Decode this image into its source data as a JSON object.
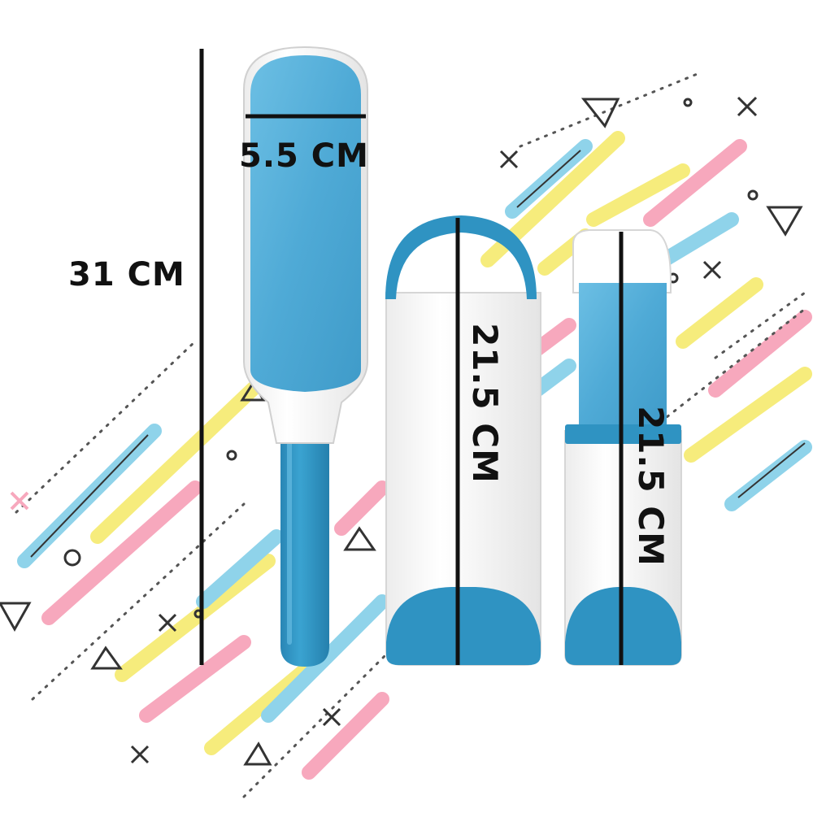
{
  "product": {
    "name": "lint-brush-set",
    "colors": {
      "fabric": "#55b0da",
      "plastic": "#2f93c2",
      "body": "#ffffff",
      "measure_line": "#111111"
    }
  },
  "measurements": {
    "brush_width": "5.5 CM",
    "brush_length": "31 CM",
    "base_large_height": "21.5 CM",
    "base_small_height": "21.5 CM"
  },
  "decoration": {
    "palette": [
      "#f7a8bd",
      "#f6ec7c",
      "#8fd3ea"
    ]
  }
}
